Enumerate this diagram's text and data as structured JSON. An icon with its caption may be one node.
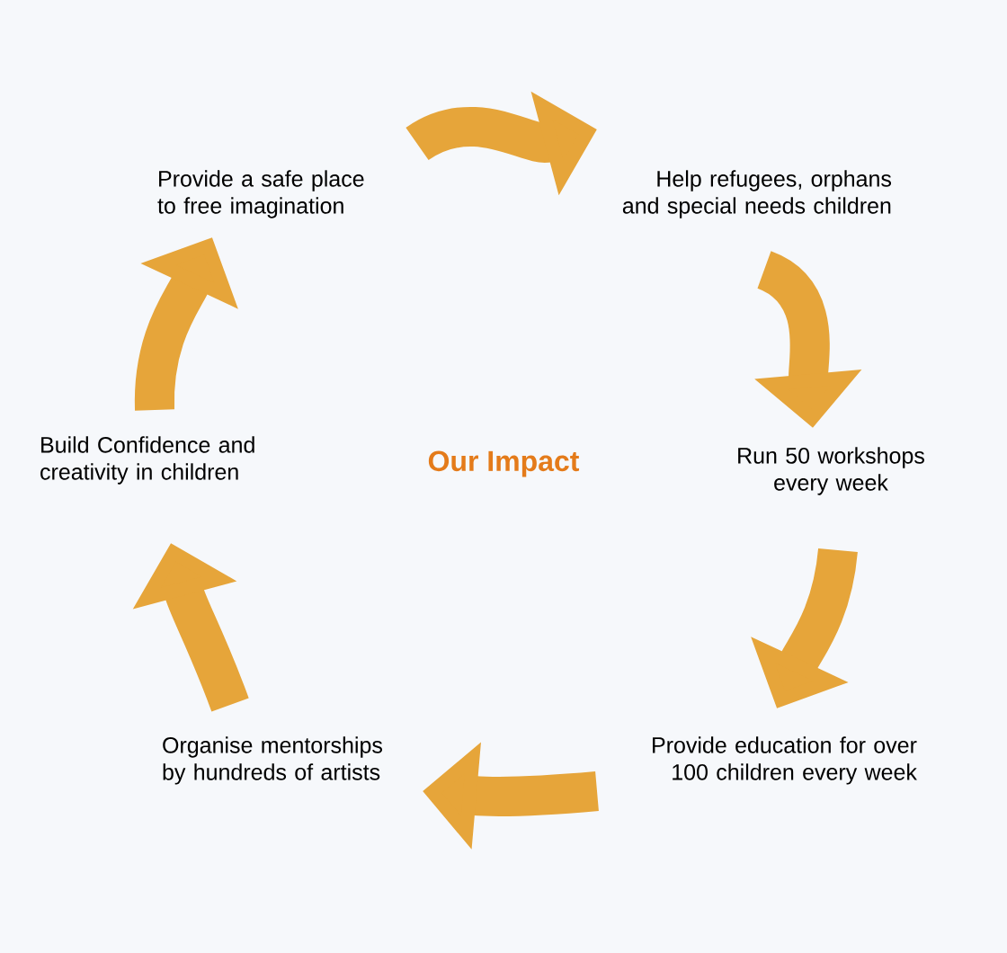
{
  "diagram": {
    "title": "Our Impact",
    "nodes": [
      {
        "text": [
          "Provide a safe place to free imagination"
        ]
      },
      {
        "text": [
          "Help refugees, orphans and special needs children"
        ]
      },
      {
        "text": [
          "Run 50 workshops every week"
        ]
      },
      {
        "text": [
          "Provide education for over 100 children every week"
        ]
      },
      {
        "text": [
          "Organise mentorships by hundreds of artists"
        ]
      },
      {
        "text": [
          "Build Confidence and creativity in children"
        ]
      }
    ],
    "edges": [
      {
        "from": 0,
        "to": 1,
        "arrow": "to"
      },
      {
        "from": 1,
        "to": 2,
        "arrow": "to"
      },
      {
        "from": 2,
        "to": 3,
        "arrow": "to"
      },
      {
        "from": 3,
        "to": 4,
        "arrow": "to"
      },
      {
        "from": 4,
        "to": 5,
        "arrow": "to"
      },
      {
        "from": 5,
        "to": 0,
        "arrow": "to"
      }
    ]
  }
}
